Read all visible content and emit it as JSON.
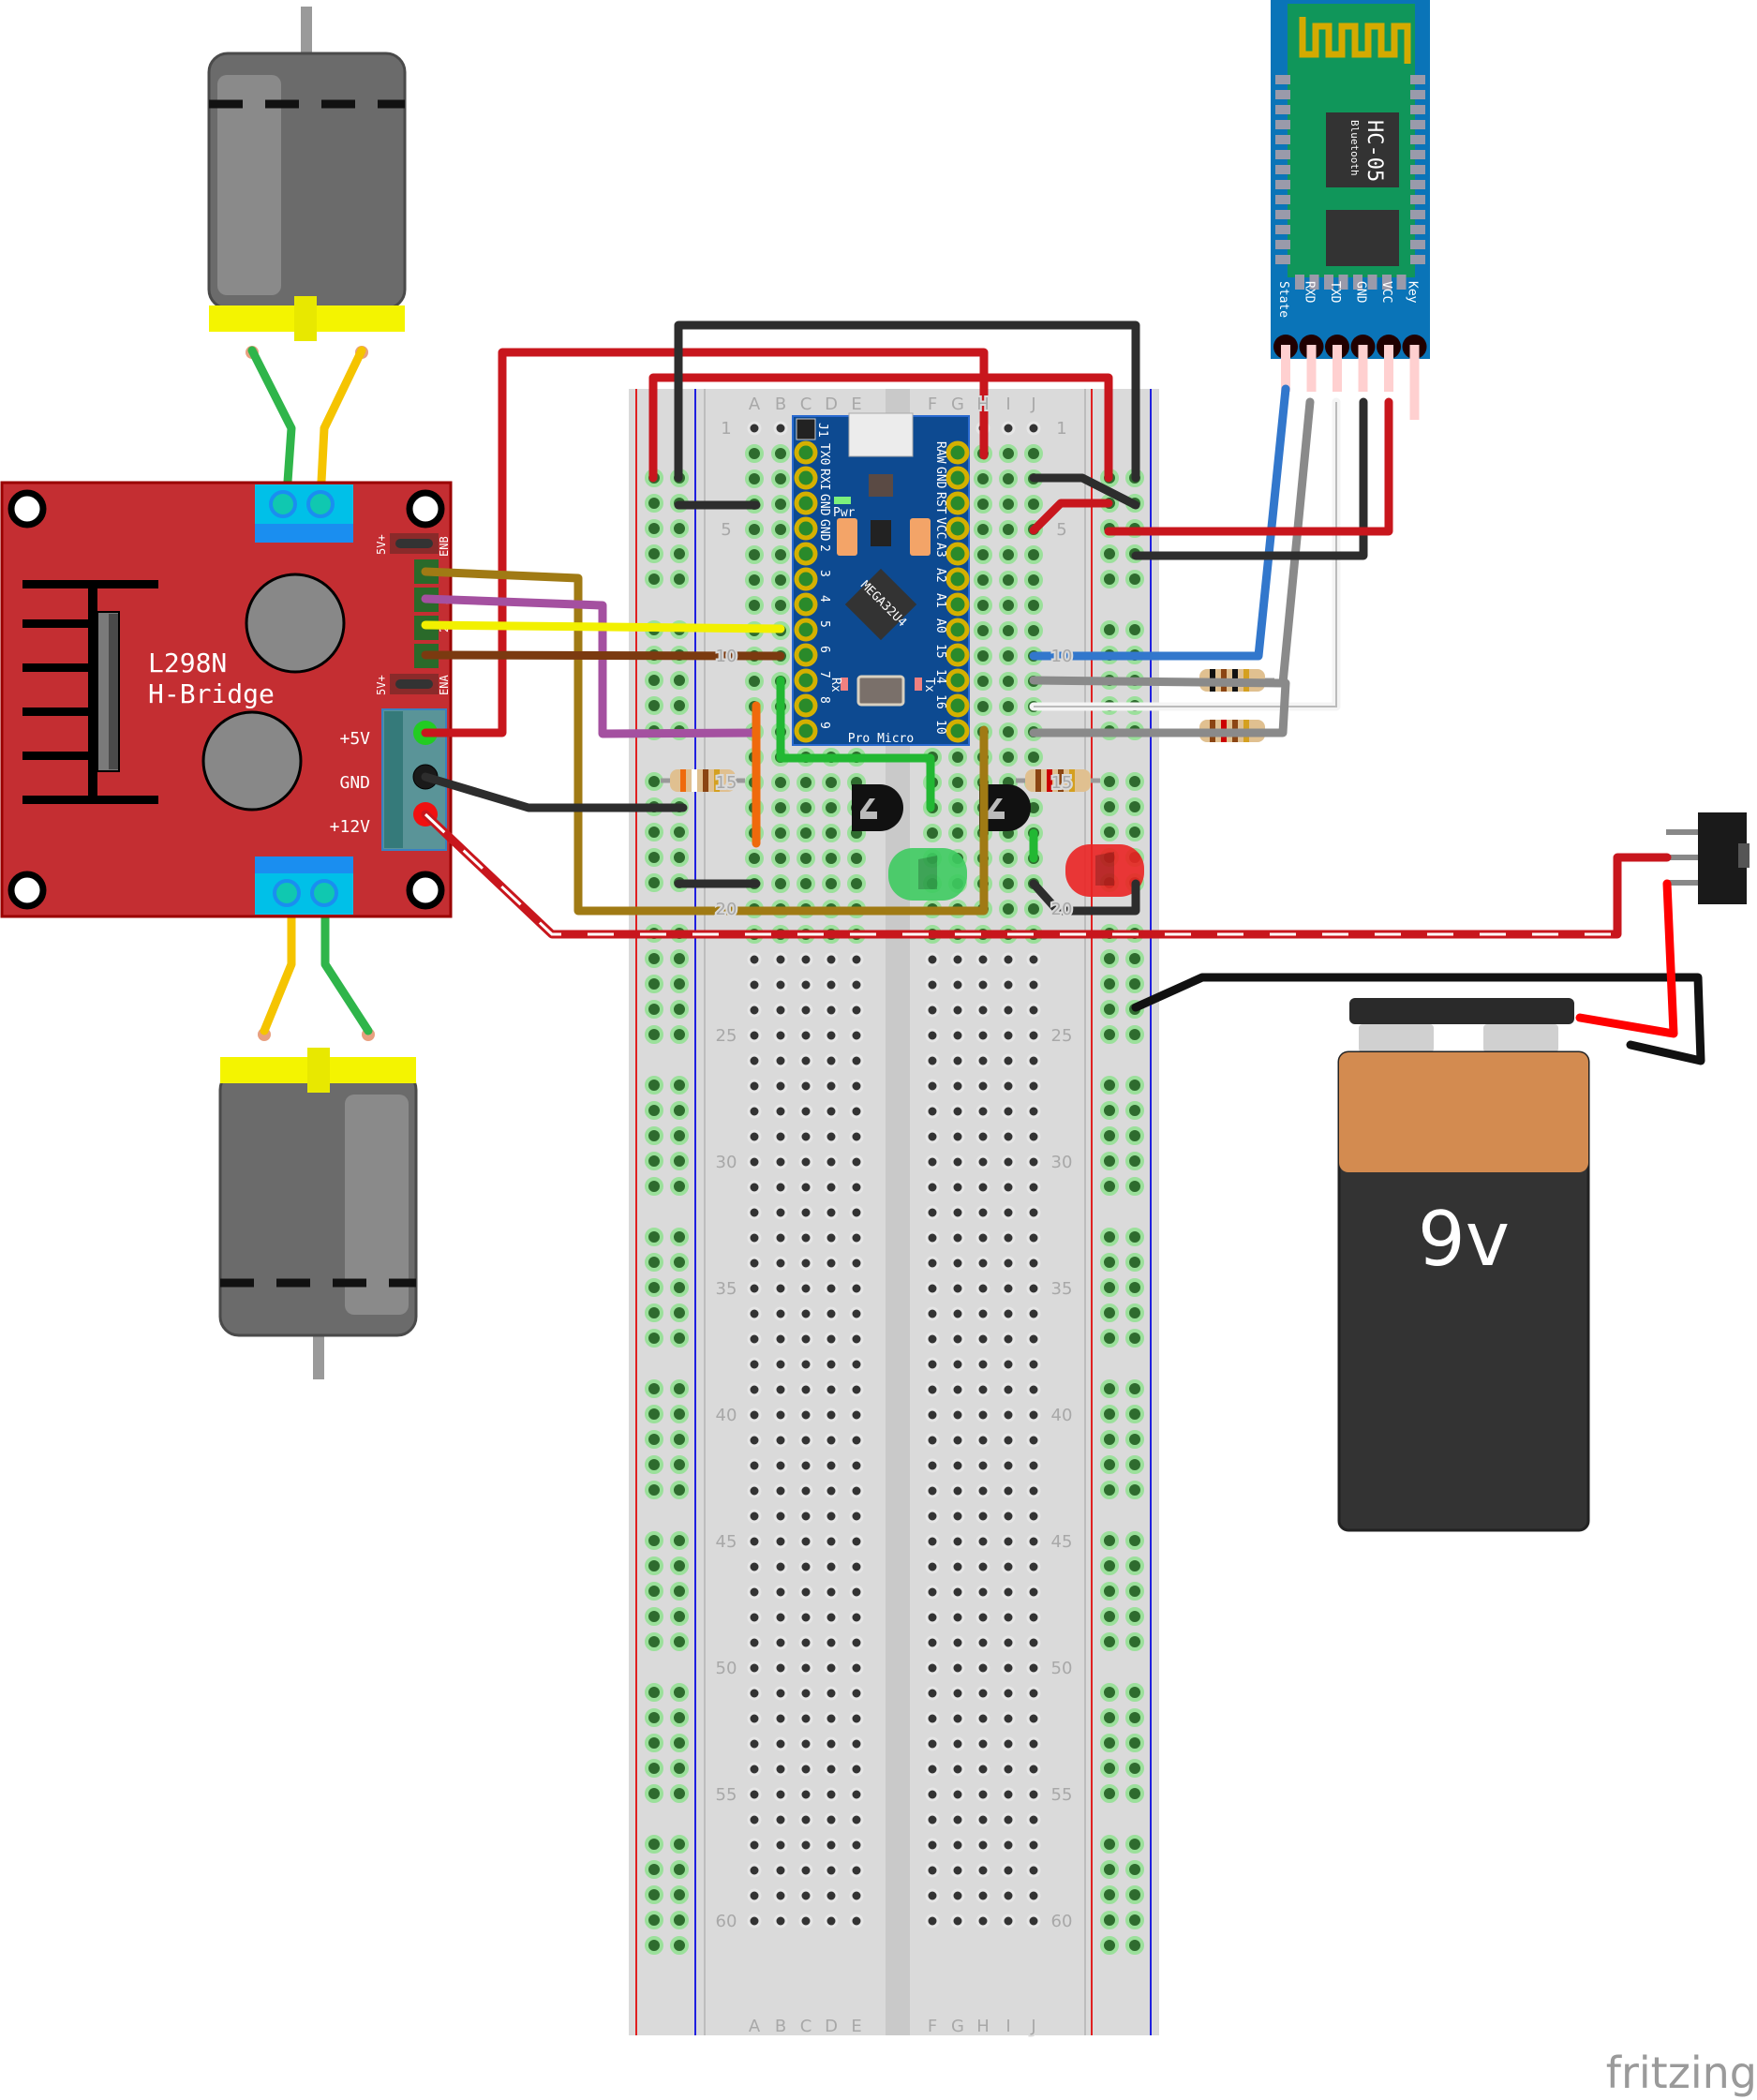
{
  "breadboard": {
    "columns_left": [
      "A",
      "B",
      "C",
      "D",
      "E"
    ],
    "columns_right": [
      "F",
      "G",
      "H",
      "I",
      "J"
    ],
    "row_labels": [
      "1",
      "5",
      "10",
      "15",
      "20",
      "25",
      "30",
      "35",
      "40",
      "45",
      "50",
      "55",
      "60"
    ]
  },
  "l298n": {
    "title": "L298N",
    "subtitle": "H-Bridge",
    "power_labels": [
      "+5V",
      "GND",
      "+12V"
    ],
    "header_labels": [
      "5V+",
      "ENB",
      "4",
      "3",
      "2",
      "1",
      "ENA",
      "5V+"
    ]
  },
  "pro_micro": {
    "name": "Pro Micro",
    "chip": "MEGA32U4",
    "jumper": "J1",
    "pwr_label": "Pwr",
    "rx_label": "Rx",
    "tx_label": "Tx",
    "left_pins": [
      "TX0",
      "RXI",
      "GND",
      "GND",
      "2",
      "3",
      "4",
      "5",
      "6",
      "7",
      "8",
      "9"
    ],
    "right_pins": [
      "RAW",
      "GND",
      "RST",
      "VCC",
      "A3",
      "A2",
      "A1",
      "A0",
      "15",
      "14",
      "16",
      "10"
    ]
  },
  "hc05": {
    "name": "HC-05",
    "subtitle": "Bluetooth",
    "pins": [
      "State",
      "RXD",
      "TXD",
      "GND",
      "VCC",
      "Key"
    ]
  },
  "battery": {
    "label": "9v"
  },
  "logo": {
    "text": "fritzing"
  },
  "colors": {
    "wire_red": "#c8161d",
    "wire_black": "#2d2d2d",
    "wire_yellow": "#f2f000",
    "wire_blue": "#3277cc",
    "wire_green": "#22b833",
    "wire_purple": "#a450a0",
    "wire_brown": "#7b3a10",
    "wire_gold": "#a07a14",
    "wire_orange": "#ef6a0c",
    "board_red": "#c42e32",
    "pro_micro_blue": "#0d4a91",
    "hc05_blue": "#0a74b8",
    "hc05_green": "#10965a"
  }
}
